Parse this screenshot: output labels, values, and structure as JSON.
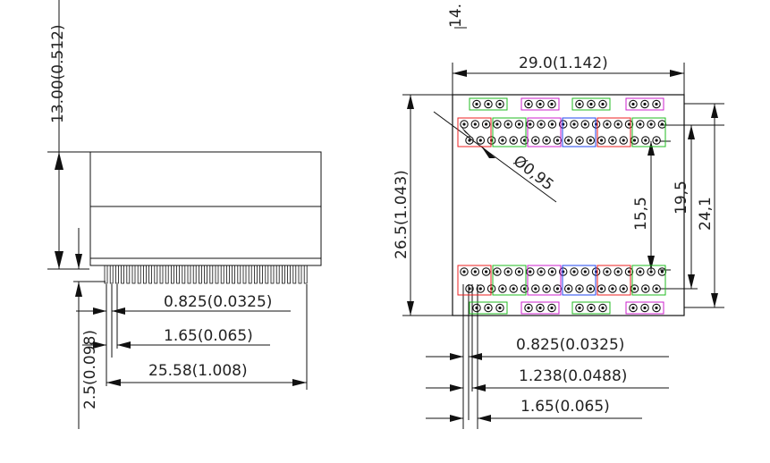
{
  "side_view": {
    "dims": {
      "height": "13.00(0.512)",
      "pitch": "0.825(0.0325)",
      "pitch_double": "1.65(0.065)",
      "width": "25.58(1.008)",
      "standoff": "2.5(0.098)"
    }
  },
  "top_view": {
    "dims": {
      "top_cut": "14.",
      "width": "29.0(1.142)",
      "height": "26.5(1.043)",
      "hole": "Ø0,95",
      "inner_row_gap": "15,5",
      "mid_row_gap": "19,5",
      "outer_row_gap": "24,1",
      "pitch": "0.825(0.0325)",
      "pitch_mid": "1.238(0.0488)",
      "pitch_double": "1.65(0.065)"
    },
    "colors": {
      "red": "#ee2222",
      "green": "#22bb22",
      "magenta": "#cc22cc",
      "blue": "#2244ee"
    }
  }
}
